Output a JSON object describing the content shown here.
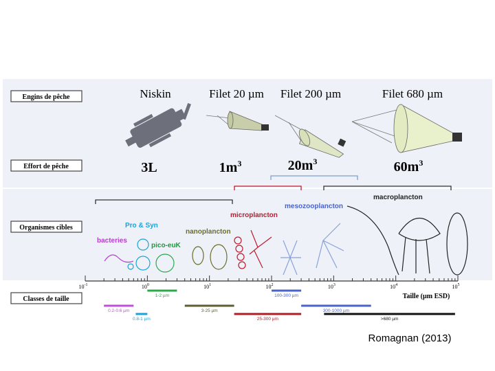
{
  "row_labels": {
    "gear": "Engins de pêche",
    "effort": "Effort de pêche",
    "targets": "Organismes cibles",
    "size": "Classes de taille"
  },
  "gears": [
    {
      "name": "Niskin",
      "effort": "3L",
      "effort_sup": ""
    },
    {
      "name": "Filet 20 µm",
      "effort": "1m",
      "effort_sup": "3"
    },
    {
      "name": "Filet 200 µm",
      "effort": "20m",
      "effort_sup": "3"
    },
    {
      "name": "Filet 680 µm",
      "effort": "60m",
      "effort_sup": "3"
    }
  ],
  "organisms": [
    {
      "label": "bacteries",
      "color": "#b63bd0"
    },
    {
      "label": "Pro & Syn",
      "color": "#1aa3d9"
    },
    {
      "label": "pico-euK",
      "color": "#1a9a3c"
    },
    {
      "label": "nanoplancton",
      "color": "#6b6b2a"
    },
    {
      "label": "microplancton",
      "color": "#c0182e"
    },
    {
      "label": "mesozooplancton",
      "color": "#4a63c8"
    },
    {
      "label": "macroplancton",
      "color": "#222222"
    }
  ],
  "axis": {
    "title": "Taille (µm ESD)",
    "ticks": [
      {
        "base": "10",
        "exp": "-1"
      },
      {
        "base": "10",
        "exp": "0"
      },
      {
        "base": "10",
        "exp": "1"
      },
      {
        "base": "10",
        "exp": "2"
      },
      {
        "base": "10",
        "exp": "3"
      },
      {
        "base": "10",
        "exp": "4"
      },
      {
        "base": "10",
        "exp": "5"
      }
    ],
    "log_min": -1,
    "log_max": 5
  },
  "size_classes": [
    {
      "label": "0.2-0.6 µm",
      "from": 0.2,
      "to": 0.6,
      "color": "#c04fd8",
      "row": 1
    },
    {
      "label": "0.8-1 µm",
      "from": 0.65,
      "to": 1,
      "color": "#1aa3d9",
      "row": 2
    },
    {
      "label": "1-2 µm",
      "from": 1,
      "to": 3,
      "color": "#2aa84a",
      "row": 0
    },
    {
      "label": "3-25 µm",
      "from": 4,
      "to": 25,
      "color": "#5e5e2e",
      "row": 1
    },
    {
      "label": "25-300 µm",
      "from": 25,
      "to": 300,
      "color": "#b01c24",
      "row": 2
    },
    {
      "label": "100-300 µm",
      "from": 100,
      "to": 300,
      "color": "#4a63c8",
      "row": 0
    },
    {
      "label": "300-1000 µm",
      "from": 300,
      "to": 4000,
      "color": "#4a63c8",
      "row": 1
    },
    {
      "label": ">680 µm",
      "from": 700,
      "to": 90000,
      "color": "#111111",
      "row": 2
    }
  ],
  "credit": "Romagnan (2013)"
}
